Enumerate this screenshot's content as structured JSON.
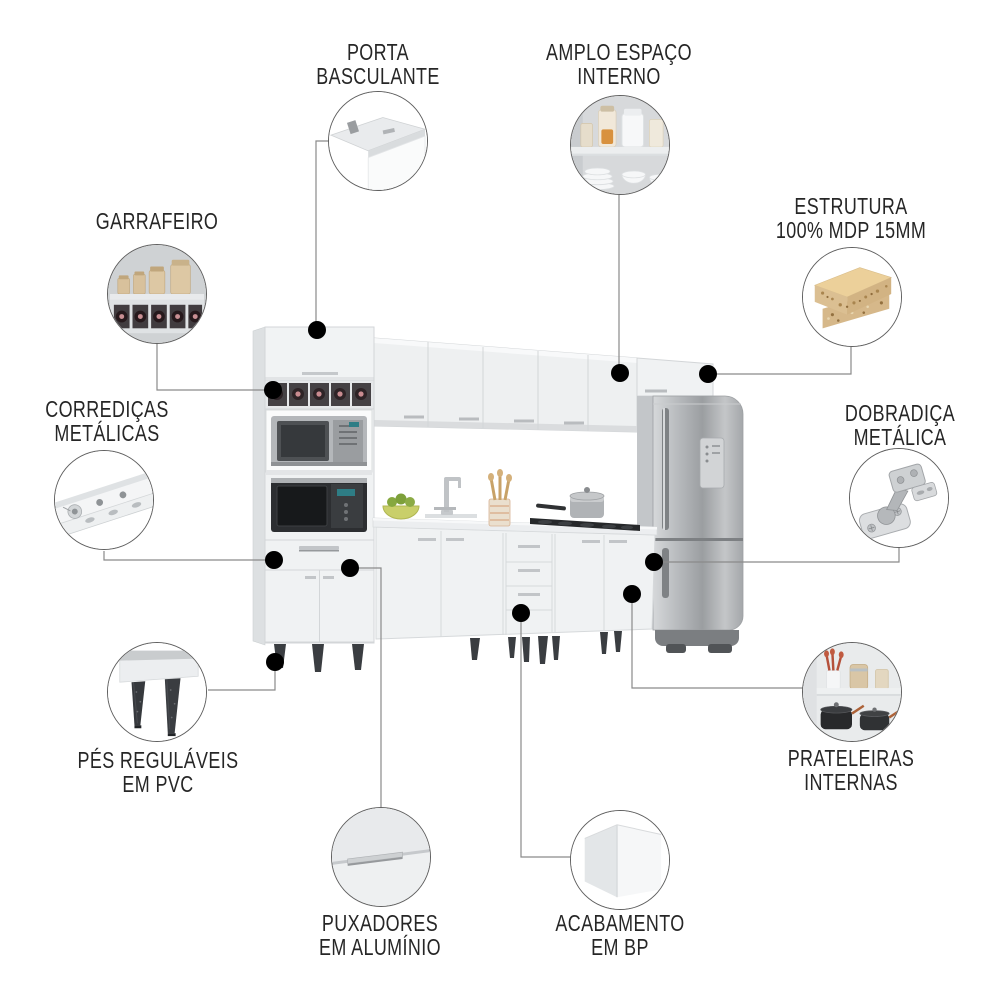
{
  "page": {
    "type": "product-feature-infographic",
    "language": "pt-BR",
    "background": "#ffffff"
  },
  "colors": {
    "text": "#262626",
    "connector_line": "#8a8a8a",
    "marker_dot": "#000000",
    "circle_border": "#606060",
    "cabinet_white": "#f0f2f3",
    "steel_gray": "#b6b9bc",
    "mdp_wood": "#d9bf93",
    "feet_dark": "#3a3d41",
    "bottle_red": "#7e3742"
  },
  "features": [
    {
      "id": "porta-basculante",
      "line1": "PORTA",
      "line2": "BASCULANTE",
      "icon": "tilt-door-icon"
    },
    {
      "id": "amplo-espaco-interno",
      "line1": "AMPLO ESPAÇO",
      "line2": "INTERNO",
      "icon": "shelf-dishes-icon"
    },
    {
      "id": "garrafeiro",
      "line1": "GARRAFEIRO",
      "line2": "",
      "icon": "bottle-rack-icon"
    },
    {
      "id": "estrutura-mdp",
      "line1": "ESTRUTURA",
      "line2": "100% MDP 15MM",
      "icon": "mdp-board-icon"
    },
    {
      "id": "corredicas-metalicas",
      "line1": "CORREDIÇAS",
      "line2": "METÁLICAS",
      "icon": "drawer-slide-icon"
    },
    {
      "id": "dobradica-metalica",
      "line1": "DOBRADIÇA",
      "line2": "METÁLICA",
      "icon": "hinge-icon"
    },
    {
      "id": "pes-regulaveis-pvc",
      "line1": "PÉS REGULÁVEIS",
      "line2": "EM PVC",
      "icon": "adjustable-feet-icon"
    },
    {
      "id": "prateleiras-internas",
      "line1": "PRATELEIRAS",
      "line2": "INTERNAS",
      "icon": "internal-shelves-icon"
    },
    {
      "id": "puxadores-aluminio",
      "line1": "PUXADORES",
      "line2": "EM ALUMÍNIO",
      "icon": "aluminum-handle-icon"
    },
    {
      "id": "acabamento-bp",
      "line1": "ACABAMENTO",
      "line2": "EM BP",
      "icon": "bp-finish-icon"
    }
  ]
}
